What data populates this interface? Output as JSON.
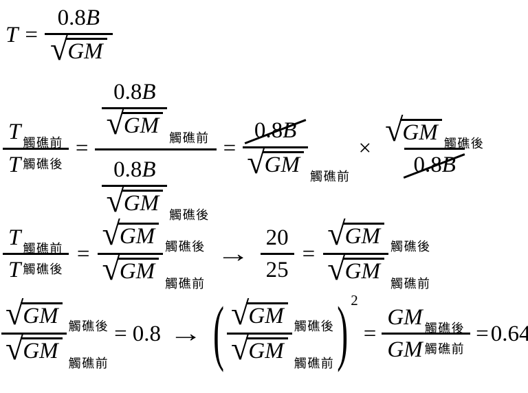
{
  "page": {
    "background": "#ffffff",
    "ink": "#000000",
    "description": "Equation worksheet deriving the GM ratio after grounding from the rolling-period draft formula"
  },
  "tokens": {
    "T": "T",
    "B": "B",
    "GM": "GM",
    "zero_point_eight": "0.8",
    "radical": "√",
    "equals": "=",
    "times": "×",
    "arrow": "→",
    "sub_before": "觸礁前",
    "sub_after": "觸礁後",
    "twenty": "20",
    "twenty_five": "25",
    "squared": "2",
    "result": "0.64",
    "paren_left": "(",
    "paren_right": ")"
  },
  "equations": [
    {
      "line": 1,
      "plain": "T = 0.8B / √GM"
    },
    {
      "line": 2,
      "plain": "T觸礁前 / T觸礁後 = (0.8B/√GM觸礁前) / (0.8B/√GM觸礁後) = (0.8B/√GM觸礁前) × (√GM觸礁後/0.8B), with 0.8B cancelled"
    },
    {
      "line": 3,
      "plain": "T觸礁前 / T觸礁後 = √GM觸礁後 / √GM觸礁前 → 20/25 = √GM觸礁後 / √GM觸礁前"
    },
    {
      "line": 4,
      "plain": "√GM觸礁後 / √GM觸礁前 = 0.8 → (√GM觸礁後/√GM觸礁前)² = GM觸礁後/GM觸礁前 = 0.64"
    }
  ]
}
